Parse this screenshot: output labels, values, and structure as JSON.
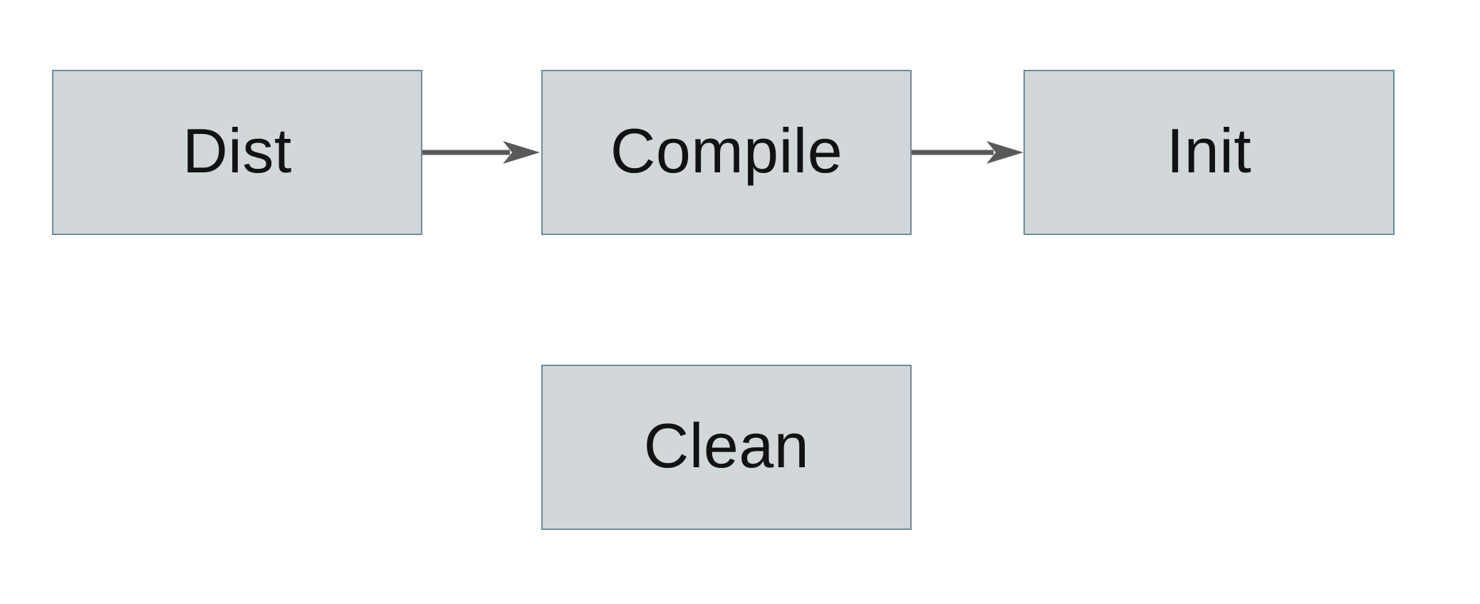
{
  "diagram": {
    "type": "flowchart",
    "nodes": [
      {
        "id": "dist",
        "label": "Dist"
      },
      {
        "id": "compile",
        "label": "Compile"
      },
      {
        "id": "init",
        "label": "Init"
      },
      {
        "id": "clean",
        "label": "Clean"
      }
    ],
    "edges": [
      {
        "from": "Dist",
        "to": "Compile",
        "style": "arrow-right"
      },
      {
        "from": "Compile",
        "to": "Init",
        "style": "arrow-right"
      }
    ],
    "colors": {
      "node_fill": "#d2d8da",
      "node_border": "#6e8b9b",
      "arrow": "#595959",
      "label_text": "#121212",
      "background": "#ffffff"
    }
  }
}
